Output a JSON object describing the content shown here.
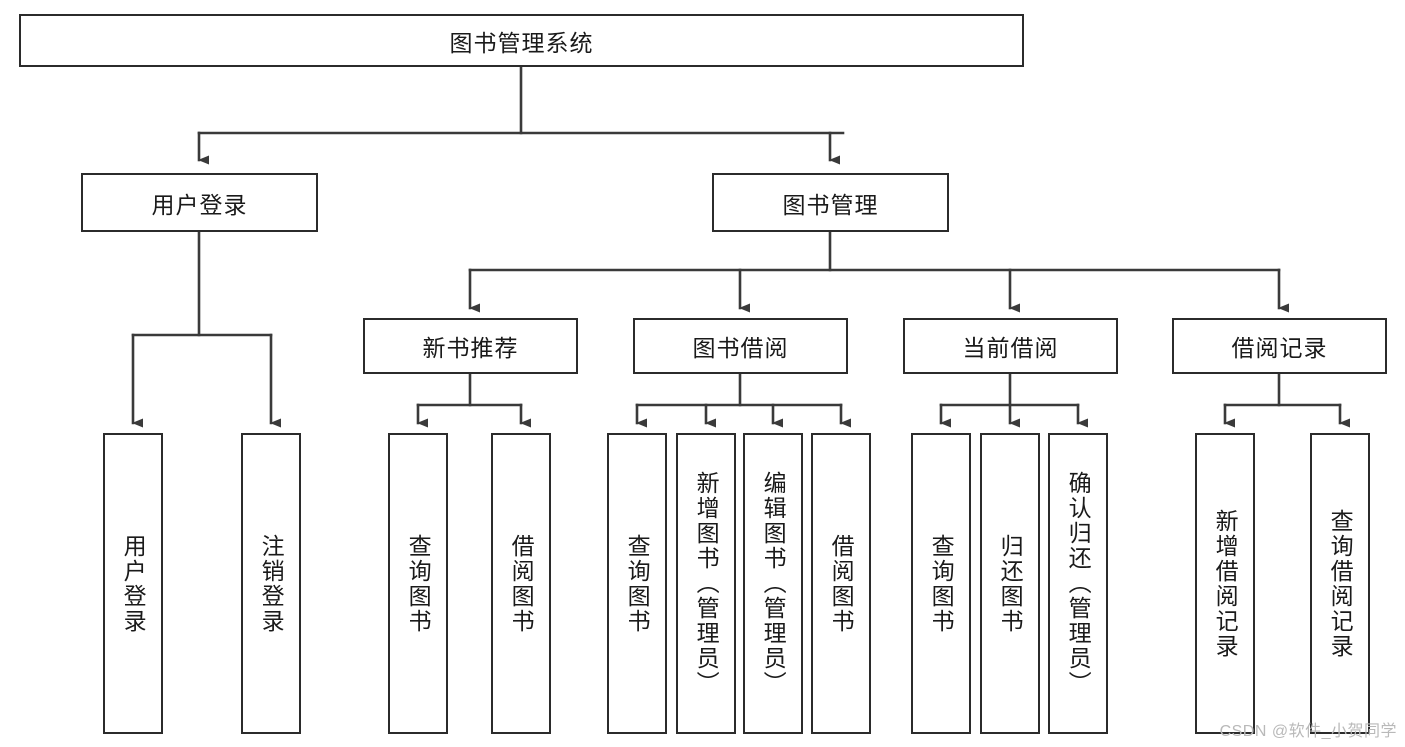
{
  "diagram": {
    "type": "tree-hierarchy",
    "title": "图书管理系统",
    "root": {
      "id": "root",
      "label": "图书管理系统",
      "level": 1
    },
    "level2": [
      {
        "id": "user-login",
        "label": "用户登录"
      },
      {
        "id": "book-management",
        "label": "图书管理"
      }
    ],
    "level3": [
      {
        "id": "new-book-recommend",
        "label": "新书推荐",
        "parent": "book-management"
      },
      {
        "id": "book-borrow",
        "label": "图书借阅",
        "parent": "book-management"
      },
      {
        "id": "current-borrow",
        "label": "当前借阅",
        "parent": "book-management"
      },
      {
        "id": "borrow-record",
        "label": "借阅记录",
        "parent": "book-management"
      }
    ],
    "leaves": [
      {
        "id": "leaf-user-login",
        "label": "用户登录",
        "parent": "user-login"
      },
      {
        "id": "leaf-logout-login",
        "label": "注销登录",
        "parent": "user-login"
      },
      {
        "id": "leaf-query-book-1",
        "label": "查询图书",
        "parent": "new-book-recommend"
      },
      {
        "id": "leaf-borrow-book-1",
        "label": "借阅图书",
        "parent": "new-book-recommend"
      },
      {
        "id": "leaf-query-book-2",
        "label": "查询图书",
        "parent": "book-borrow"
      },
      {
        "id": "leaf-add-book",
        "label": "新增图书（管理员）",
        "parent": "book-borrow"
      },
      {
        "id": "leaf-edit-book",
        "label": "编辑图书（管理员）",
        "parent": "book-borrow"
      },
      {
        "id": "leaf-borrow-book-2",
        "label": "借阅图书",
        "parent": "book-borrow"
      },
      {
        "id": "leaf-query-book-3",
        "label": "查询图书",
        "parent": "current-borrow"
      },
      {
        "id": "leaf-return-book",
        "label": "归还图书",
        "parent": "current-borrow"
      },
      {
        "id": "leaf-confirm-return",
        "label": "确认归还（管理员）",
        "parent": "current-borrow"
      },
      {
        "id": "leaf-add-record",
        "label": "新增借阅记录",
        "parent": "borrow-record"
      },
      {
        "id": "leaf-query-record",
        "label": "查询借阅记录",
        "parent": "borrow-record"
      }
    ],
    "colors": {
      "box_border": "#2b2b2b",
      "box_fill": "#ffffff",
      "connector": "#3a3a3a",
      "text": "#1a1a1a",
      "background": "#ffffff",
      "watermark": "#b9b9b9"
    }
  },
  "watermark": {
    "text": "CSDN @软件_小贺同学"
  }
}
